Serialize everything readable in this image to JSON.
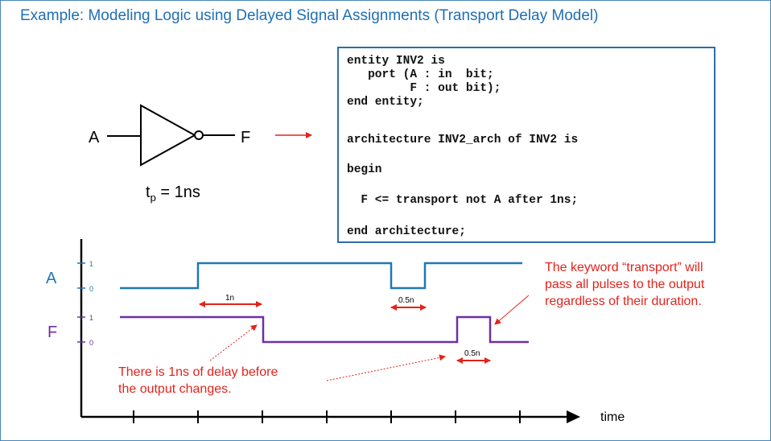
{
  "title": "Example: Modeling Logic using Delayed Signal Assignments (Transport Delay Model)",
  "gate": {
    "input_label": "A",
    "output_label": "F",
    "tp_main": "t",
    "tp_sub": "p",
    "tp_value": " = 1ns"
  },
  "code": {
    "lines": [
      "entity INV2 is",
      "   port (A : in  bit;",
      "         F : out bit);",
      "end entity;",
      "architecture INV2_arch of INV2 is",
      "begin",
      "  F <= transport not A after 1ns;",
      "end architecture;"
    ]
  },
  "timing": {
    "signal_a": "A",
    "signal_f": "F",
    "a_high": "1",
    "a_low": "0",
    "f_high": "1",
    "f_low": "0",
    "delay_1n": "1n",
    "pulse_a": "0.5n",
    "pulse_f": "0.5n",
    "time_label": "time"
  },
  "notes": {
    "delay_note": "There is 1ns of delay before\nthe output changes.",
    "transport_note": "The keyword “transport” will\npass all pulses to the output\nregardless of their duration."
  },
  "colors": {
    "title": "#1f6fb5",
    "signal_a": "#1f78b4",
    "signal_f": "#7030a0",
    "annotation": "#e3231b",
    "code_border": "#2e6ea8"
  }
}
